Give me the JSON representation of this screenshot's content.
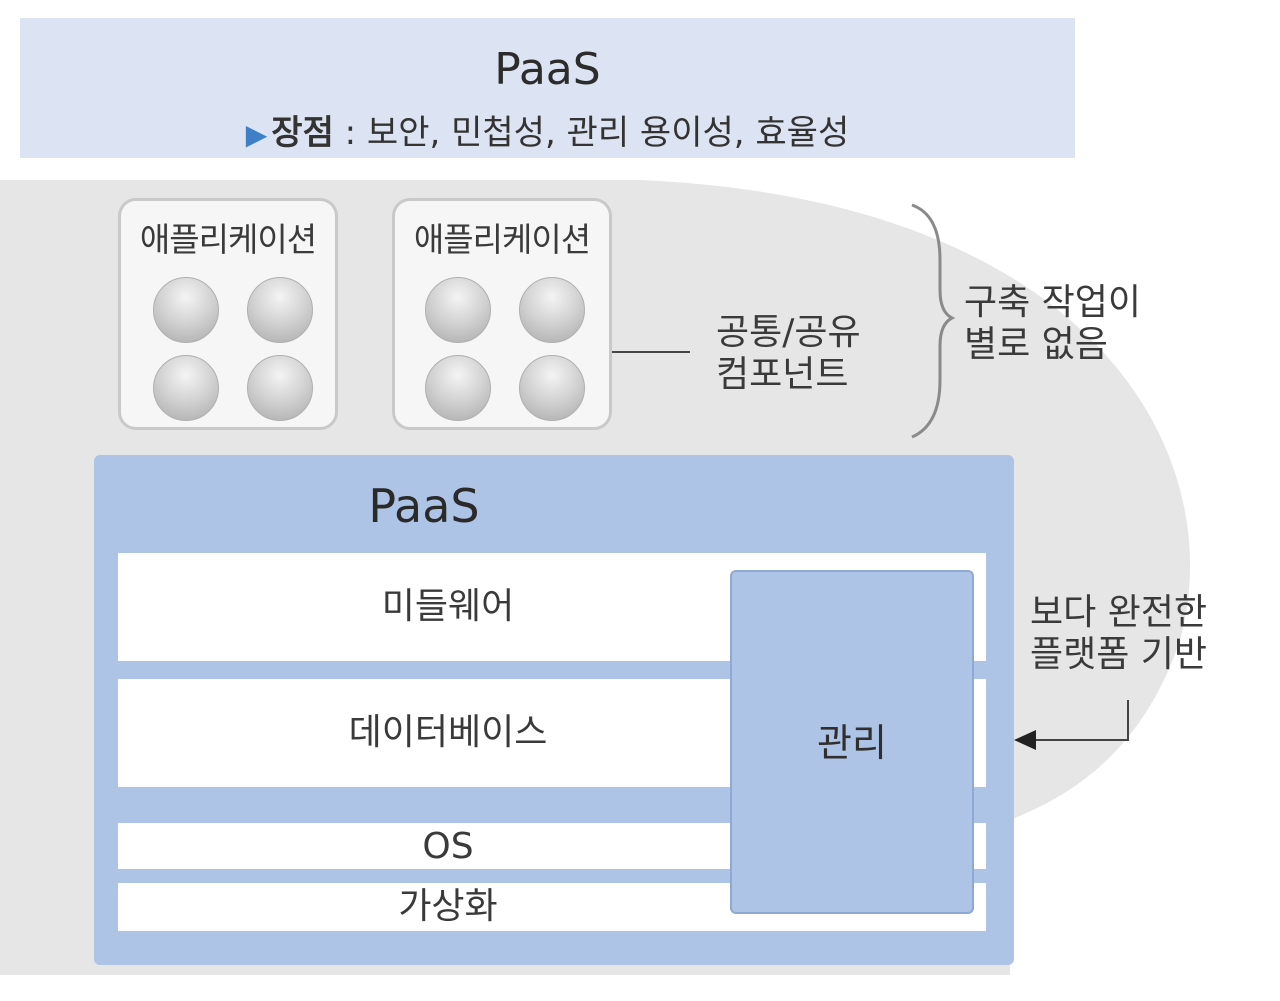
{
  "banner": {
    "title": "PaaS",
    "bullet": "▶",
    "advantage_lead": "장점",
    "advantage_text": " : 보안, 민첩성, 관리 용이성, 효율성"
  },
  "applications": [
    {
      "label": "애플리케이션"
    },
    {
      "label": "애플리케이션"
    }
  ],
  "component_note": {
    "line1": "공통/공유",
    "line2": "컴포넌트"
  },
  "build_note": {
    "line1": "구축 작업이",
    "line2": "별로 없음"
  },
  "platform_note": {
    "line1": "보다 완전한",
    "line2": "플랫폼 기반"
  },
  "paas_stack": {
    "title": "PaaS",
    "layers": [
      "미들웨어",
      "데이터베이스",
      "OS",
      "가상화"
    ],
    "management": "관리"
  },
  "colors": {
    "banner_bg": "#dce4f3",
    "paas_blue": "#aec4e6",
    "bullet_blue": "#3f7fc8",
    "grey_region": "#e6e6e6"
  }
}
